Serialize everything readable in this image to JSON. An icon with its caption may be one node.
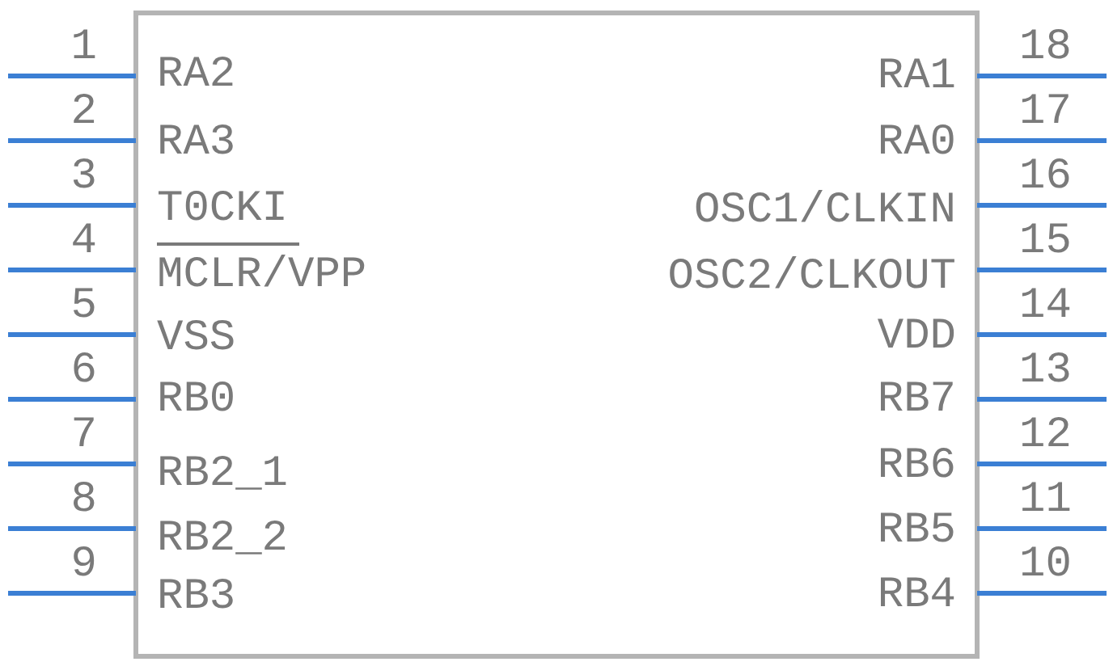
{
  "diagram": {
    "labels": [
      "1",
      "RA2",
      "RA1",
      "18",
      "2",
      "RA3",
      "RA0",
      "17",
      "3",
      "T0CKI",
      "OSC1/CLKIN",
      "16",
      "4",
      "MCLR/VPP",
      "OSC2/CLKOUT",
      "15",
      "5",
      "VSS",
      "VDD",
      "14",
      "6",
      "RB0",
      "RB7",
      "13",
      "7",
      "RB2_1",
      "RB6",
      "12",
      "8",
      "RB2_2",
      "RB5",
      "11",
      "9",
      "RB3",
      "RB4",
      "10"
    ]
  }
}
